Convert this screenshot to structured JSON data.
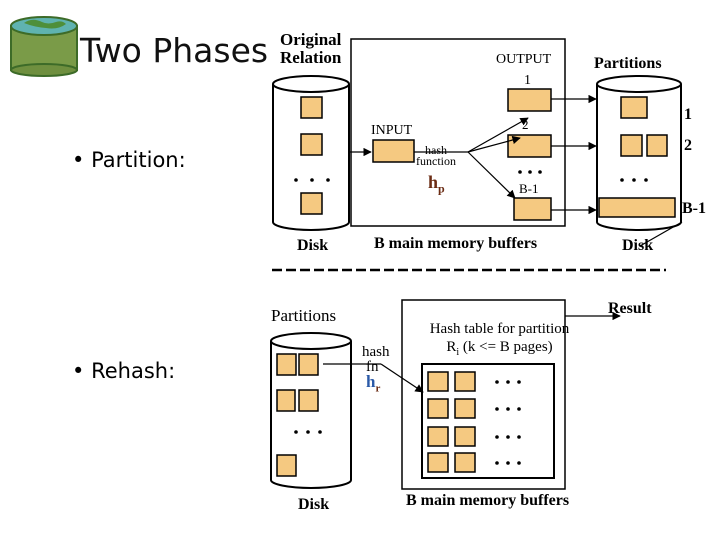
{
  "slide": {
    "title": "Two Phases",
    "bullets": [
      {
        "label": "Partition:"
      },
      {
        "label": "Rehash:"
      }
    ]
  },
  "partition_phase": {
    "original_relation": [
      "Original",
      "Relation"
    ],
    "output_label": "OUTPUT",
    "output_index_1": "1",
    "output_index_2": "2",
    "output_index_b1": "B-1",
    "input_label": "INPUT",
    "hash_function": [
      "hash",
      "function"
    ],
    "hp_main": "h",
    "hp_sub": "p",
    "partitions_label": "Partitions",
    "partition_index_1": "1",
    "partition_index_2": "2",
    "partition_index_b1": "B-1",
    "disk_left": "Disk",
    "disk_right": "Disk",
    "memory_label": "B main memory buffers"
  },
  "rehash_phase": {
    "partitions_label": "Partitions",
    "hash_fn": [
      "hash",
      "fn"
    ],
    "hr_main": "h",
    "hr_sub": "r",
    "hash_table_label_line1": "Hash table for partition",
    "hash_table_label_r": "R",
    "hash_table_label_i": "i",
    "hash_table_label_rest": " (k <= B  pages)",
    "result_label": "Result",
    "disk_label": "Disk",
    "memory_label": "B main memory buffers"
  },
  "colors": {
    "buffer_fill": "#f5c981",
    "line": "#000000",
    "hr_accent": "#2b5aa8",
    "logo_green": "#5b8c3a",
    "logo_rim": "#3d6b28"
  }
}
